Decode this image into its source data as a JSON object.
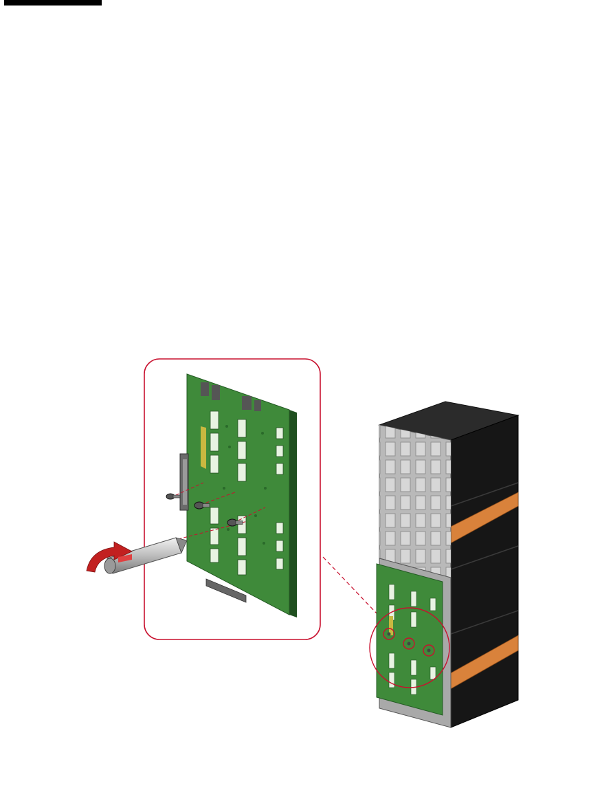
{
  "colors": {
    "header_bar": "#000000",
    "callout_outline": "#c8102e",
    "board_green": "#3f8a3a",
    "board_dark": "#2a6a2a",
    "chassis_black": "#161616",
    "chassis_gray": "#b9b9b9",
    "cable_orange": "#d9823b",
    "arrow_red": "#c22020",
    "screwdriver_gray": "#c4c4c4"
  },
  "figure": {
    "icons": [
      "disk-backplane-board",
      "screw-icon",
      "screwdriver-icon",
      "rotate-arrow-icon",
      "drive-cage-chassis",
      "callout-outline"
    ],
    "screw_count": 3
  }
}
